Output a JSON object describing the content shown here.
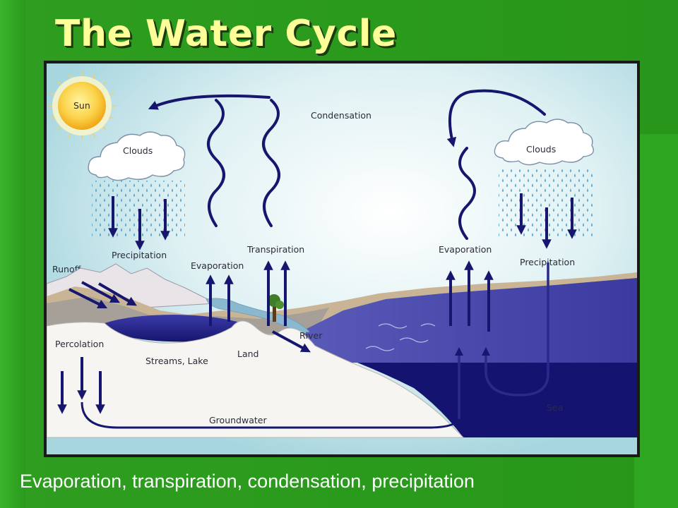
{
  "slide": {
    "title": "The Water Cycle",
    "caption": "Evaporation, transpiration, condensation, precipitation"
  },
  "diagram": {
    "labels": {
      "sun": "Sun",
      "clouds_left": "Clouds",
      "clouds_right": "Clouds",
      "condensation": "Condensation",
      "precipitation_left": "Precipitation",
      "precipitation_right": "Precipitation",
      "transpiration": "Transpiration",
      "evaporation_land": "Evaporation",
      "evaporation_sea": "Evaporation",
      "runoff": "Runoff",
      "percolation": "Percolation",
      "streams_lake": "Streams, Lake",
      "land": "Land",
      "river": "River",
      "groundwater": "Groundwater",
      "sea": "Sea"
    },
    "colors": {
      "arrow": "#16166e",
      "sky": "#cfe9ee",
      "sea": "#3a3aa0",
      "deep_sea": "#141470",
      "sun": "#f6b51c",
      "title": "#ffff99"
    }
  }
}
